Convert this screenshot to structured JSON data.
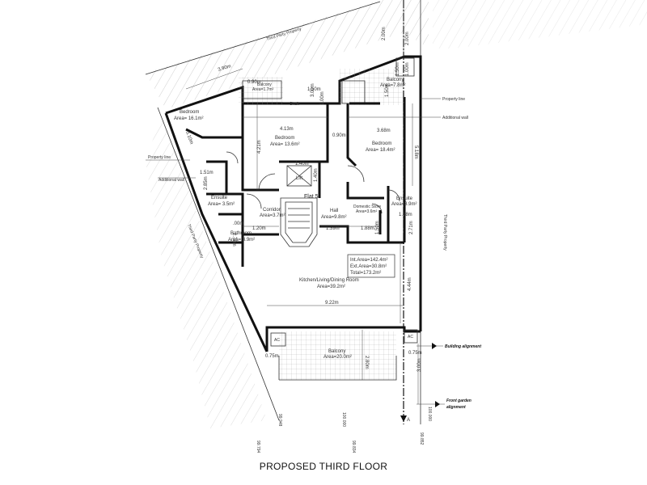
{
  "caption": "PROPOSED THIRD FLOOR",
  "neighbours": {
    "third_party_top": "Third Party Property",
    "third_party_left": "Third Party Property",
    "third_party_right": "Third Party Property"
  },
  "flat_label": "Flat 5",
  "rooms": {
    "bedroom_left": {
      "name": "Bedroom",
      "area": "Area= 16.1m²"
    },
    "bedroom_center": {
      "name": "Bedroom",
      "area": "Area= 13.6m²"
    },
    "bedroom_right": {
      "name": "Bedroom",
      "area": "Area= 18.4m²"
    },
    "balcony_top": {
      "name": "Balcony",
      "area": "Area=7.8m²"
    },
    "balcony_small": {
      "name": "Balcony",
      "area": "Area=1.7m²"
    },
    "ensuite_left": {
      "name": "Ensuite",
      "area": "Area= 3.5m²"
    },
    "bathroom": {
      "name": "Bathroom",
      "area": "Area= 3.9m²"
    },
    "corridor": {
      "name": "Corridor",
      "area": "Area=3.7m²"
    },
    "hall": {
      "name": "Hall",
      "area": "Area=9.8m²"
    },
    "domestic_store": {
      "name": "Domestic Store",
      "area": "Area=3.6m²"
    },
    "ensuite_right": {
      "name": "Ensuite",
      "area": "Area=3.9m²"
    },
    "kitchen": {
      "name": "Kitchen/Living/Dining Room",
      "area": "Area=39.2m²"
    },
    "balcony_front": {
      "name": "Balcony",
      "area": "Area=20.0m²"
    },
    "lift": "Lift",
    "shaft": "Shaft",
    "ac_left": "AC",
    "ac_right": "AC"
  },
  "area_summary": {
    "internal": "Int.Area=142.4m²",
    "external": "Ext.Area=30.8m²",
    "total": "Total=173.2m²"
  },
  "dimensions": {
    "top_390": "3.90m",
    "top_200": "2.00m",
    "top_300": "3.00m",
    "top_100": "1.00m",
    "top_150a": "1.50m",
    "top_150b": "1.50m",
    "top_090": "0.90m",
    "bal_150": "1.50m",
    "bal_100": "1.00m",
    "d_413": "4.13m",
    "d_368": "3.68m",
    "d_421": "4.21m",
    "d_310": "3.10m",
    "d_518": "5.18m",
    "d_090mid": "0.90m",
    "d_140": "1.40m",
    "d_140v": "1.40m",
    "d_151": "1.51m",
    "d_285": "2.85m",
    "d_120": "1.20m",
    "d_139": "1.39m",
    "d_188": "1.88m",
    "d_168": "1.68m",
    "d_271": "2.71m",
    "d_150v": "1.50m",
    "d_278": "2.78m",
    "d_800": ".00m",
    "d_444": "4.44m",
    "d_922": "9.22m",
    "d_280": "2.80m",
    "d_075l": "0.75m",
    "d_075r": "0.75m",
    "d_300b": "3.00m",
    "d_2m": "2.00m"
  },
  "annotations": {
    "property_line_right": "Property line",
    "additional_wall_right": "Additional wall",
    "property_line_left": "Property line",
    "additional_wall_left": "Additional wall",
    "building_alignment": "Building alignment",
    "front_garden": "Front garden",
    "front_garden_2": "alignment",
    "section_a": "A"
  },
  "levels": {
    "l1": "99.948",
    "l2": "99.794",
    "l3": "100.000",
    "l4": "99.834",
    "l5": "99.852",
    "l6": "100.000"
  }
}
